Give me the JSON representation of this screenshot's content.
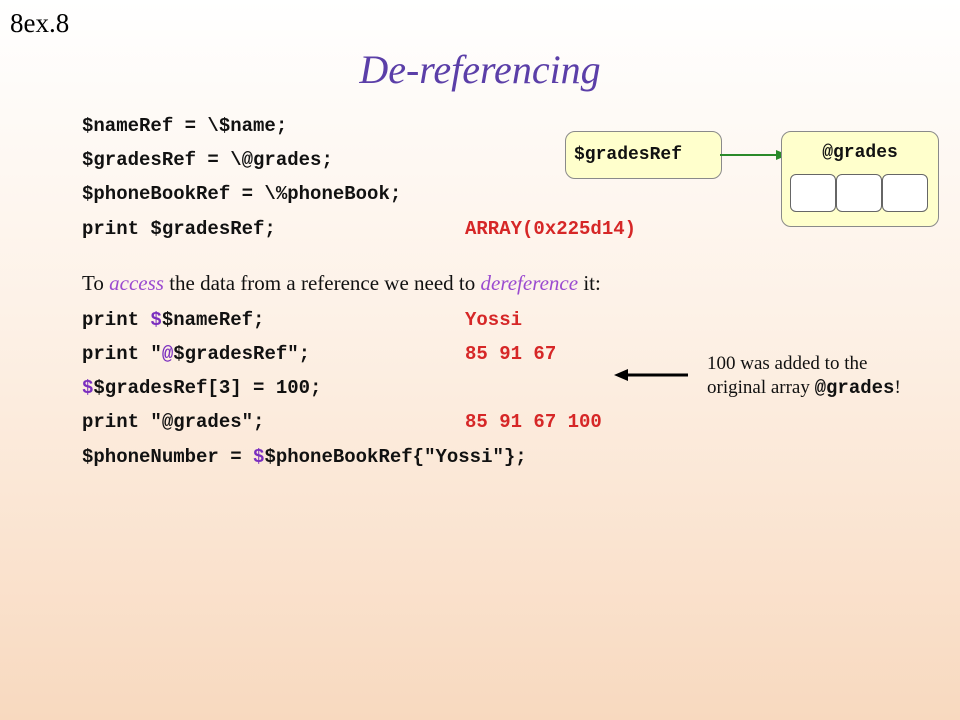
{
  "slide_number": "8ex.8",
  "title": "De-referencing",
  "code_top": [
    {
      "code": "$nameRef = \\$name;"
    },
    {
      "code": "$gradesRef = \\@grades;"
    },
    {
      "code": "$phoneBookRef = \\%phoneBook;"
    },
    {
      "code": "print $gradesRef;",
      "output": "ARRAY(0x225d14)"
    }
  ],
  "explanation": {
    "part1": "To ",
    "em1": "access",
    "part2": " the data from a reference we need to ",
    "em2": "dereference",
    "part3": " it:"
  },
  "code_bottom": {
    "l1": {
      "a": "print ",
      "b": "$",
      "c": "$nameRef;",
      "out": "Yossi"
    },
    "l2": {
      "a": "print \"",
      "b": "@",
      "c": "$gradesRef\";",
      "out": "85 91 67"
    },
    "l3": {
      "a": "$",
      "b": "$gradesRef[3] = 100;"
    },
    "l4": {
      "a": "print \"@grades\";",
      "out": "85 91 67 100"
    },
    "l5": {
      "a": "$phoneNumber = ",
      "b": "$",
      "c": "$phoneBookRef{\"Yossi\"};"
    }
  },
  "diagram": {
    "ref_label": "$gradesRef",
    "array_label": "@grades"
  },
  "note": {
    "line1": "100 was added to the",
    "line2": "original array ",
    "code": "@grades",
    "suffix": "!"
  },
  "colors": {
    "title": "#5b3fa8",
    "output": "#d62727",
    "highlight": "#7b2fbf",
    "arrow": "#2a8a2a",
    "box_fill": "#ffffcc"
  }
}
